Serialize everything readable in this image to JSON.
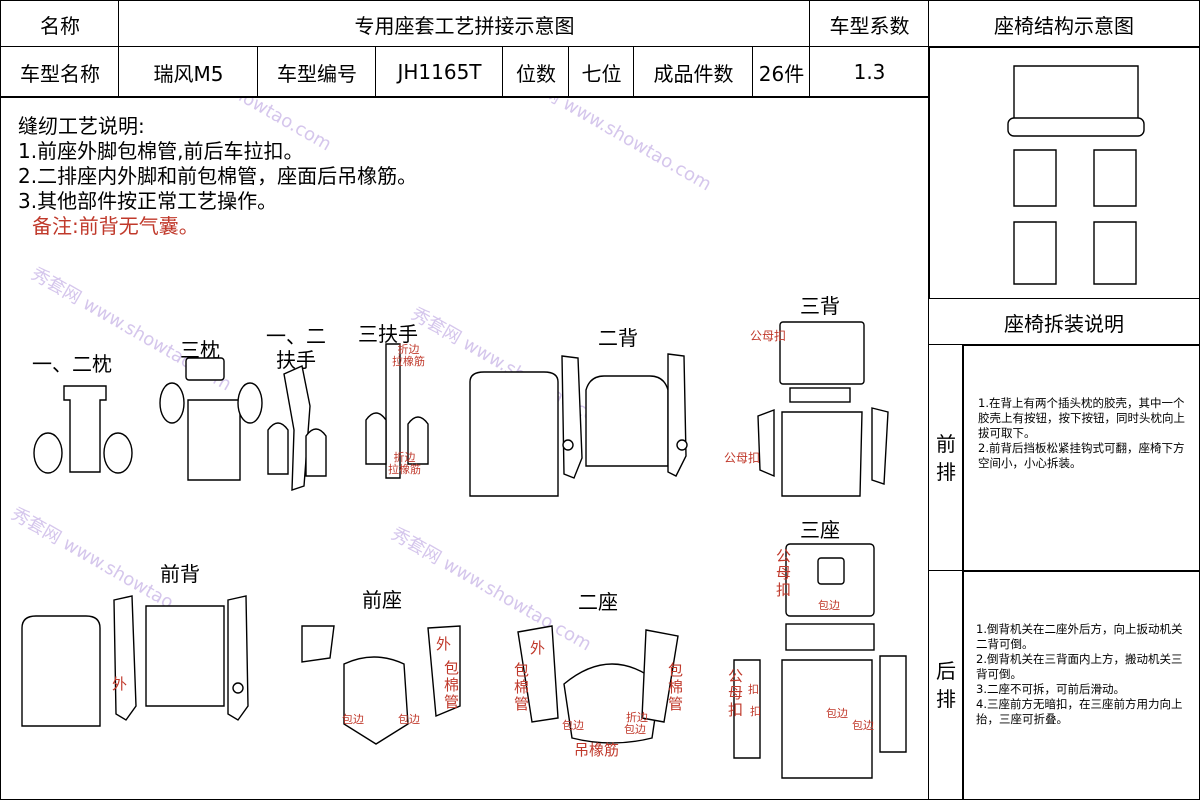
{
  "header": {
    "name_label": "名称",
    "title": "专用座套工艺拼接示意图",
    "coef_label": "车型系数",
    "structure_label": "座椅结构示意图",
    "model_name_label": "车型名称",
    "model_name": "瑞风M5",
    "model_code_label": "车型编号",
    "model_code": "JH1165T",
    "seats_label": "位数",
    "seats": "七位",
    "pieces_label": "成品件数",
    "pieces": "26件",
    "coef": "1.3"
  },
  "notes": {
    "title": "缝纫工艺说明:",
    "items": [
      "1.前座外脚包棉管,前后车拉扣。",
      "2.二排座内外脚和前包棉管，座面后吊橡筋。",
      "3.其他部件按正常工艺操作。"
    ],
    "remark": "备注:前背无气囊。"
  },
  "sections": {
    "pillow12": "一、二枕",
    "pillow3": "三枕",
    "armrest12_a": "一、二",
    "armrest12_b": "扶手",
    "armrest3": "三扶手",
    "back2": "二背",
    "back3": "三背",
    "seat3": "三座",
    "front_back": "前背",
    "front_seat": "前座",
    "seat2": "二座"
  },
  "annotations": {
    "fold_elastic": "折边\n拉橡筋",
    "snap": "公母扣",
    "snap_v": "公\n母\n扣",
    "outer": "外",
    "cotton_tube": "包\n棉\n管",
    "hem": "包边",
    "fold": "折边",
    "hang_elastic": "吊橡筋",
    "this_snap": "公\n母\n扣",
    "kou": "扣"
  },
  "side": {
    "disassembly_title": "座椅拆装说明",
    "front_row_label": "前\n排",
    "front_row_text": "1.在背上有两个插头枕的胶壳，其中一个胶壳上有按钮，按下按钮，同时头枕向上拔可取下。\n2.前背后挡板松紧挂钩式可翻，座椅下方空间小，小心拆装。",
    "rear_row_label": "后\n排",
    "rear_row_text": "1.倒背机关在二座外后方，向上扳动机关二背可倒。\n2.倒背机关在三背面内上方，搬动机关三背可倒。\n3.二座不可拆，可前后滑动。\n4.三座前方无暗扣，在三座前方用力向上抬，三座可折叠。"
  },
  "watermark": {
    "text1": "秀套网",
    "text2": "www.showtao.com"
  }
}
